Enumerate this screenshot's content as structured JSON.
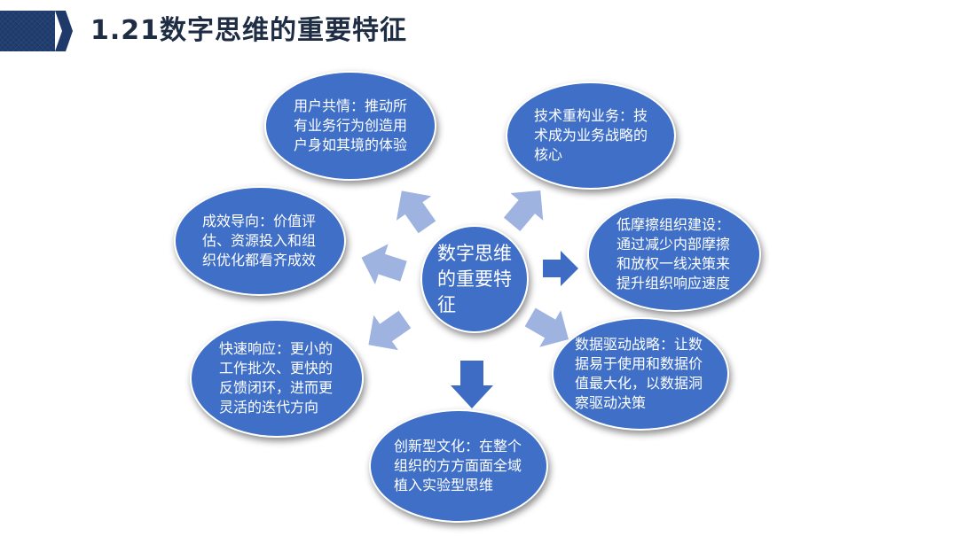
{
  "slide": {
    "title": "1.21数字思维的重要特征"
  },
  "center": {
    "label": "数字思维的重要特征"
  },
  "nodes": [
    {
      "id": "user-empathy",
      "text": "用户共情：推动所有业务行为创造用户身如其境的体验"
    },
    {
      "id": "tech-restructure",
      "text": "技术重构业务：技术成为业务战略的核心"
    },
    {
      "id": "results-oriented",
      "text": "成效导向：价值评估、资源投入和组织优化都看齐成效"
    },
    {
      "id": "low-friction-org",
      "text": "低摩擦组织建设：通过减少内部摩擦和放权一线决策来提升组织响应速度"
    },
    {
      "id": "fast-response",
      "text": "快速响应：更小的工作批次、更快的反馈闭环，进而更灵活的迭代方向"
    },
    {
      "id": "data-driven",
      "text": "数据驱动战略：让数据易于使用和数据价值最大化，以数据洞察驱动决策"
    },
    {
      "id": "innovation-culture",
      "text": "创新型文化：在整个组织的方方面面全域植入实验型思维"
    }
  ],
  "colors": {
    "node_fill": "#3f6fc6",
    "arrow_light": "#9fb3e0",
    "arrow_dark": "#3e6cc4",
    "title_flag": "#1f3a68",
    "title_text": "#1f2d44"
  }
}
